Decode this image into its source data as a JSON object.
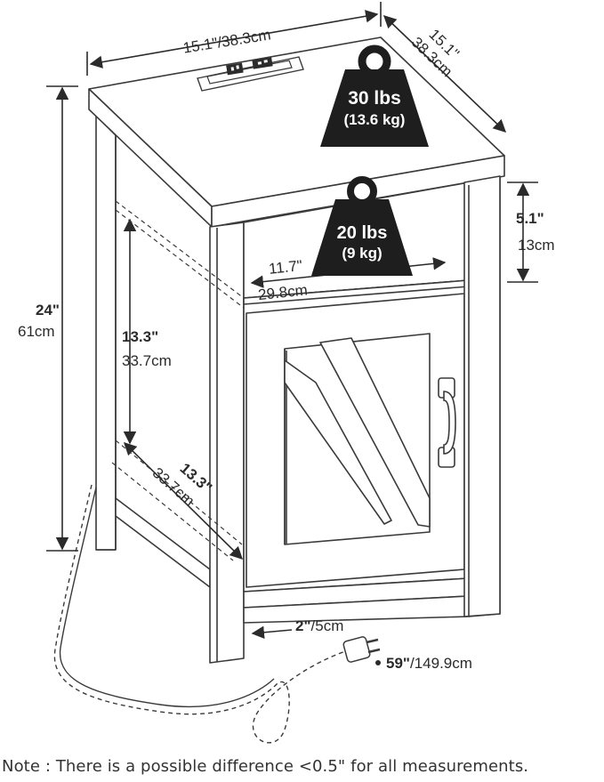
{
  "dimensions": {
    "top_width": "15.1\"/38.3cm",
    "top_depth_in": "15.1\"",
    "top_depth_cm": "38.3cm",
    "height_in": "24\"",
    "height_cm": "61cm",
    "shelf_gap_in": "5.1\"",
    "shelf_gap_cm": "13cm",
    "shelf_width_in": "11.7\"",
    "shelf_width_cm": "29.8cm",
    "inner_height_in": "13.3\"",
    "inner_height_cm": "33.7cm",
    "inner_depth_in": "13.3\"",
    "inner_depth_cm": "33.7cm",
    "cord_offset_in": "2\"",
    "cord_offset_cm": "/5cm",
    "cord_length_in": "59\"",
    "cord_length_cm": "/149.9cm"
  },
  "weights": {
    "top_lbs": "30 lbs",
    "top_kg": "(13.6 kg)",
    "shelf_lbs": "20 lbs",
    "shelf_kg": "(9 kg)"
  },
  "note": "Note : There is a possible difference <0.5\" for all measurements.",
  "colors": {
    "line": "#3a3a3a",
    "weight_fill": "#1e1e1e",
    "background": "#ffffff"
  },
  "icons": [
    "weight-icon",
    "usb-outlet-icon",
    "plug-icon",
    "door-handle-icon"
  ]
}
